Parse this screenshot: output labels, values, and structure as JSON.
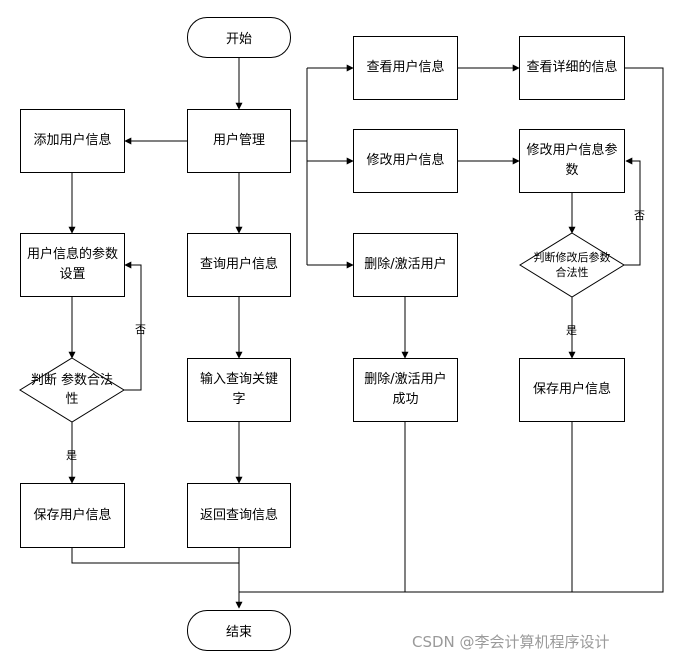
{
  "nodes": {
    "start": "开始",
    "user_mgmt": "用户管理",
    "add_user": "添加用户信息",
    "param_setting": "用户信息的参数设置",
    "judge_valid": "判断 参数合法性",
    "save_left": "保存用户信息",
    "query_user": "查询用户信息",
    "input_keyword": "输入查询关键字",
    "return_query": "返回查询信息",
    "view_user": "查看用户信息",
    "view_detail": "查看详细的信息",
    "edit_user": "修改用户信息",
    "edit_params": "修改用户信息参数",
    "judge_edit": "判断修改后参数合法性",
    "save_right": "保存用户信息",
    "toggle_user": "删除/激活用户",
    "toggle_success": "删除/激活用户成功",
    "end": "结束"
  },
  "edge_labels": {
    "left_yes": "是",
    "left_no": "否",
    "right_yes": "是",
    "right_no": "否"
  },
  "watermark": "CSDN @李会计算机程序设计"
}
